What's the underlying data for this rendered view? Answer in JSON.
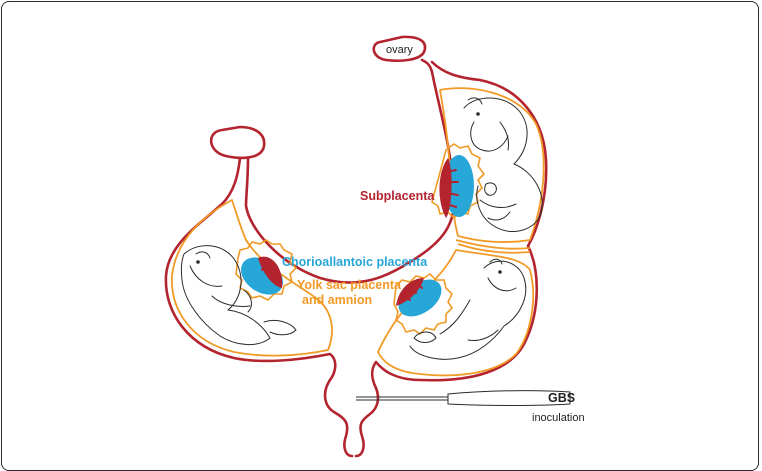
{
  "labels": {
    "ovary": "ovary",
    "subplacenta": "Subplacenta",
    "chorioallantoic": "Chorioallantoic placenta",
    "yolk_line1": "Yolk sac placenta",
    "yolk_line2": "and amnion",
    "gbs": "GBS",
    "inoculation": "inoculation"
  },
  "colors": {
    "uterus": "#b3242f",
    "subplacenta": "#b3242f",
    "chorioallantoic": "#27a6d8",
    "yolk_sac": "#f19a26",
    "outline": "#2b2b2b"
  },
  "icons": {
    "pup": "mouse-pup-icon",
    "syringe": "syringe-icon"
  }
}
